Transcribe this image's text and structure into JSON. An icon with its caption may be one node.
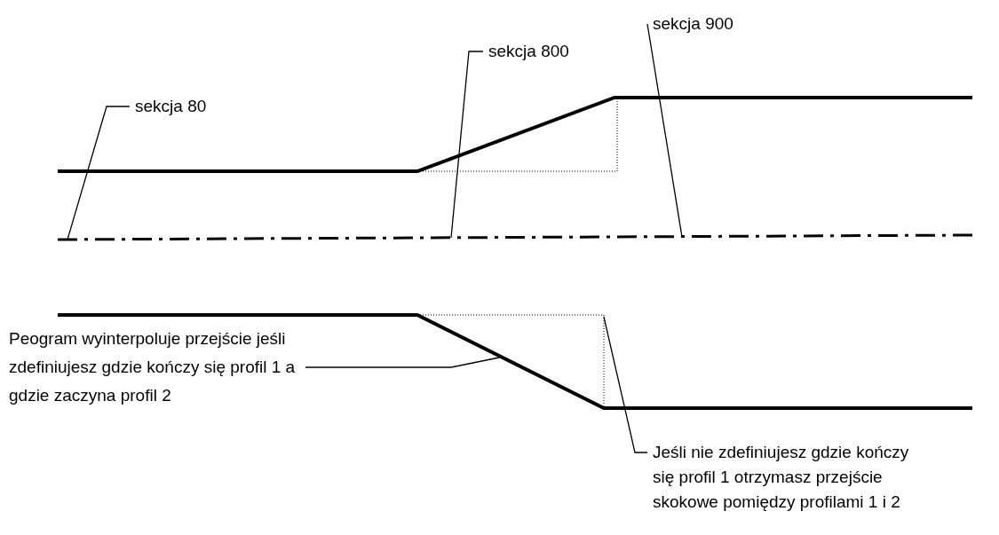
{
  "diagram": {
    "nodes": [
      {
        "text": [
          "sekcja 80"
        ]
      },
      {
        "text": [
          "sekcja 800"
        ]
      },
      {
        "text": [
          "sekcja 900"
        ]
      },
      {
        "text": [
          "Peogram wyinterpoluje przejście jeśli zdefiniujesz gdzie kończy się profil 1 a gdzie zaczyna profil 2"
        ]
      },
      {
        "text": [
          "Jeśli nie zdefiniujesz gdzie kończy się profil 1 otrzymasz przejście skokowe pomiędzy profilami 1 i 2"
        ]
      }
    ],
    "edges": [
      {
        "from": 0,
        "to": null,
        "arrow": "none"
      },
      {
        "from": 1,
        "to": null,
        "arrow": "none"
      },
      {
        "from": 2,
        "to": null,
        "arrow": "none"
      },
      {
        "from": 3,
        "to": null,
        "arrow": "none"
      },
      {
        "from": 4,
        "to": null,
        "arrow": "none"
      }
    ]
  }
}
